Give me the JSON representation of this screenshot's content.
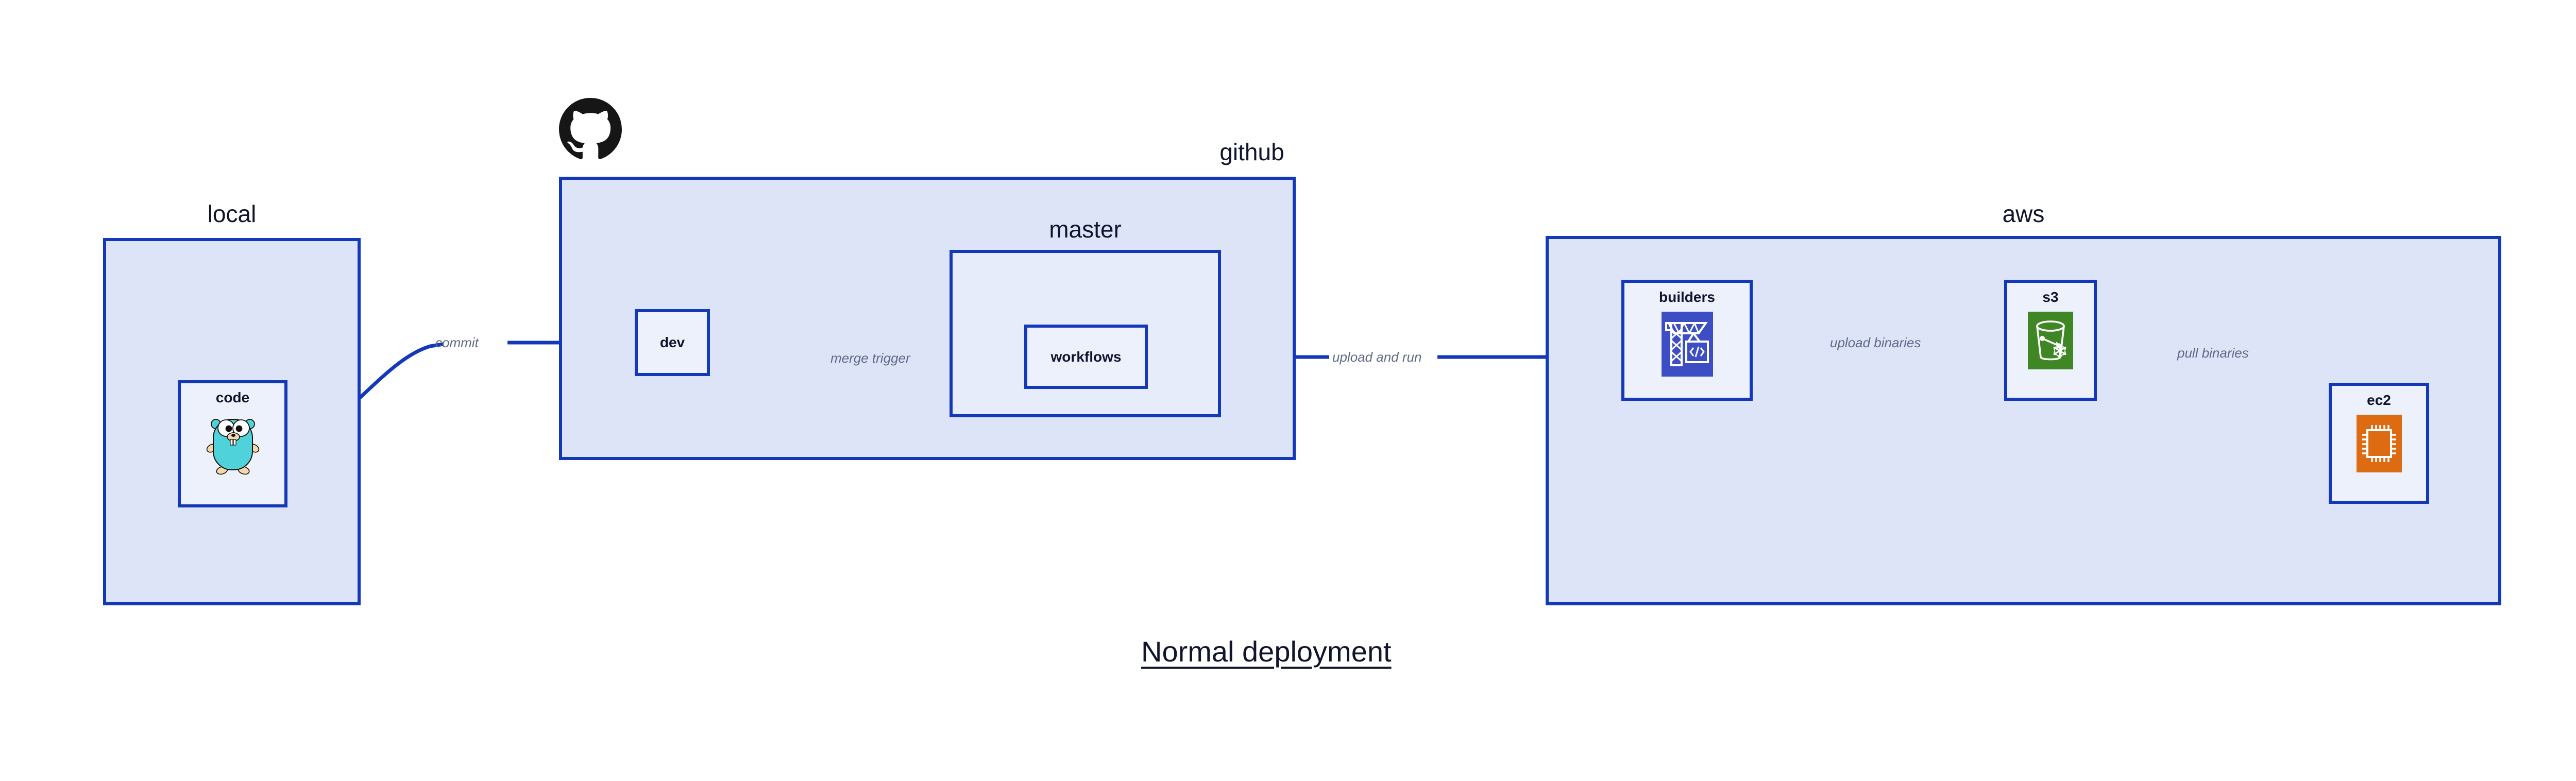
{
  "diagram": {
    "title": "Normal deployment",
    "accent_border": "#1439b8",
    "group_fill": "#dde4f8",
    "subgroup_fill": "#e7ecfb",
    "node_fill": "#edf1fc",
    "text_color": "#10142c",
    "edge_label_color": "#5f6a86"
  },
  "groups": {
    "local": {
      "label": "local"
    },
    "github": {
      "label": "github"
    },
    "master": {
      "label": "master"
    },
    "aws": {
      "label": "aws"
    }
  },
  "nodes": {
    "code": {
      "label": "code",
      "icon": "go-gopher-icon"
    },
    "dev": {
      "label": "dev",
      "icon": "none"
    },
    "workflows": {
      "label": "workflows",
      "icon": "none"
    },
    "builders": {
      "label": "builders",
      "icon": "aws-codebuild-icon",
      "icon_color": "#3d4ec4"
    },
    "s3": {
      "label": "s3",
      "icon": "aws-s3-glacier-icon",
      "icon_color": "#3f8624"
    },
    "ec2": {
      "label": "ec2",
      "icon": "aws-ec2-icon",
      "icon_color": "#dd6b12"
    }
  },
  "logos": {
    "github_octocat": "github-octocat-logo"
  },
  "edges": [
    {
      "id": "commit",
      "label": "commit",
      "from": "code",
      "to": "dev"
    },
    {
      "id": "merge-trigger",
      "label": "merge trigger",
      "from": "dev",
      "to": "workflows"
    },
    {
      "id": "upload-and-run",
      "label": "upload and run",
      "from": "workflows",
      "to": "builders"
    },
    {
      "id": "upload-binaries",
      "label": "upload binaries",
      "from": "builders",
      "to": "s3"
    },
    {
      "id": "pull-binaries",
      "label": "pull binaries",
      "from": "s3",
      "to": "ec2"
    }
  ]
}
